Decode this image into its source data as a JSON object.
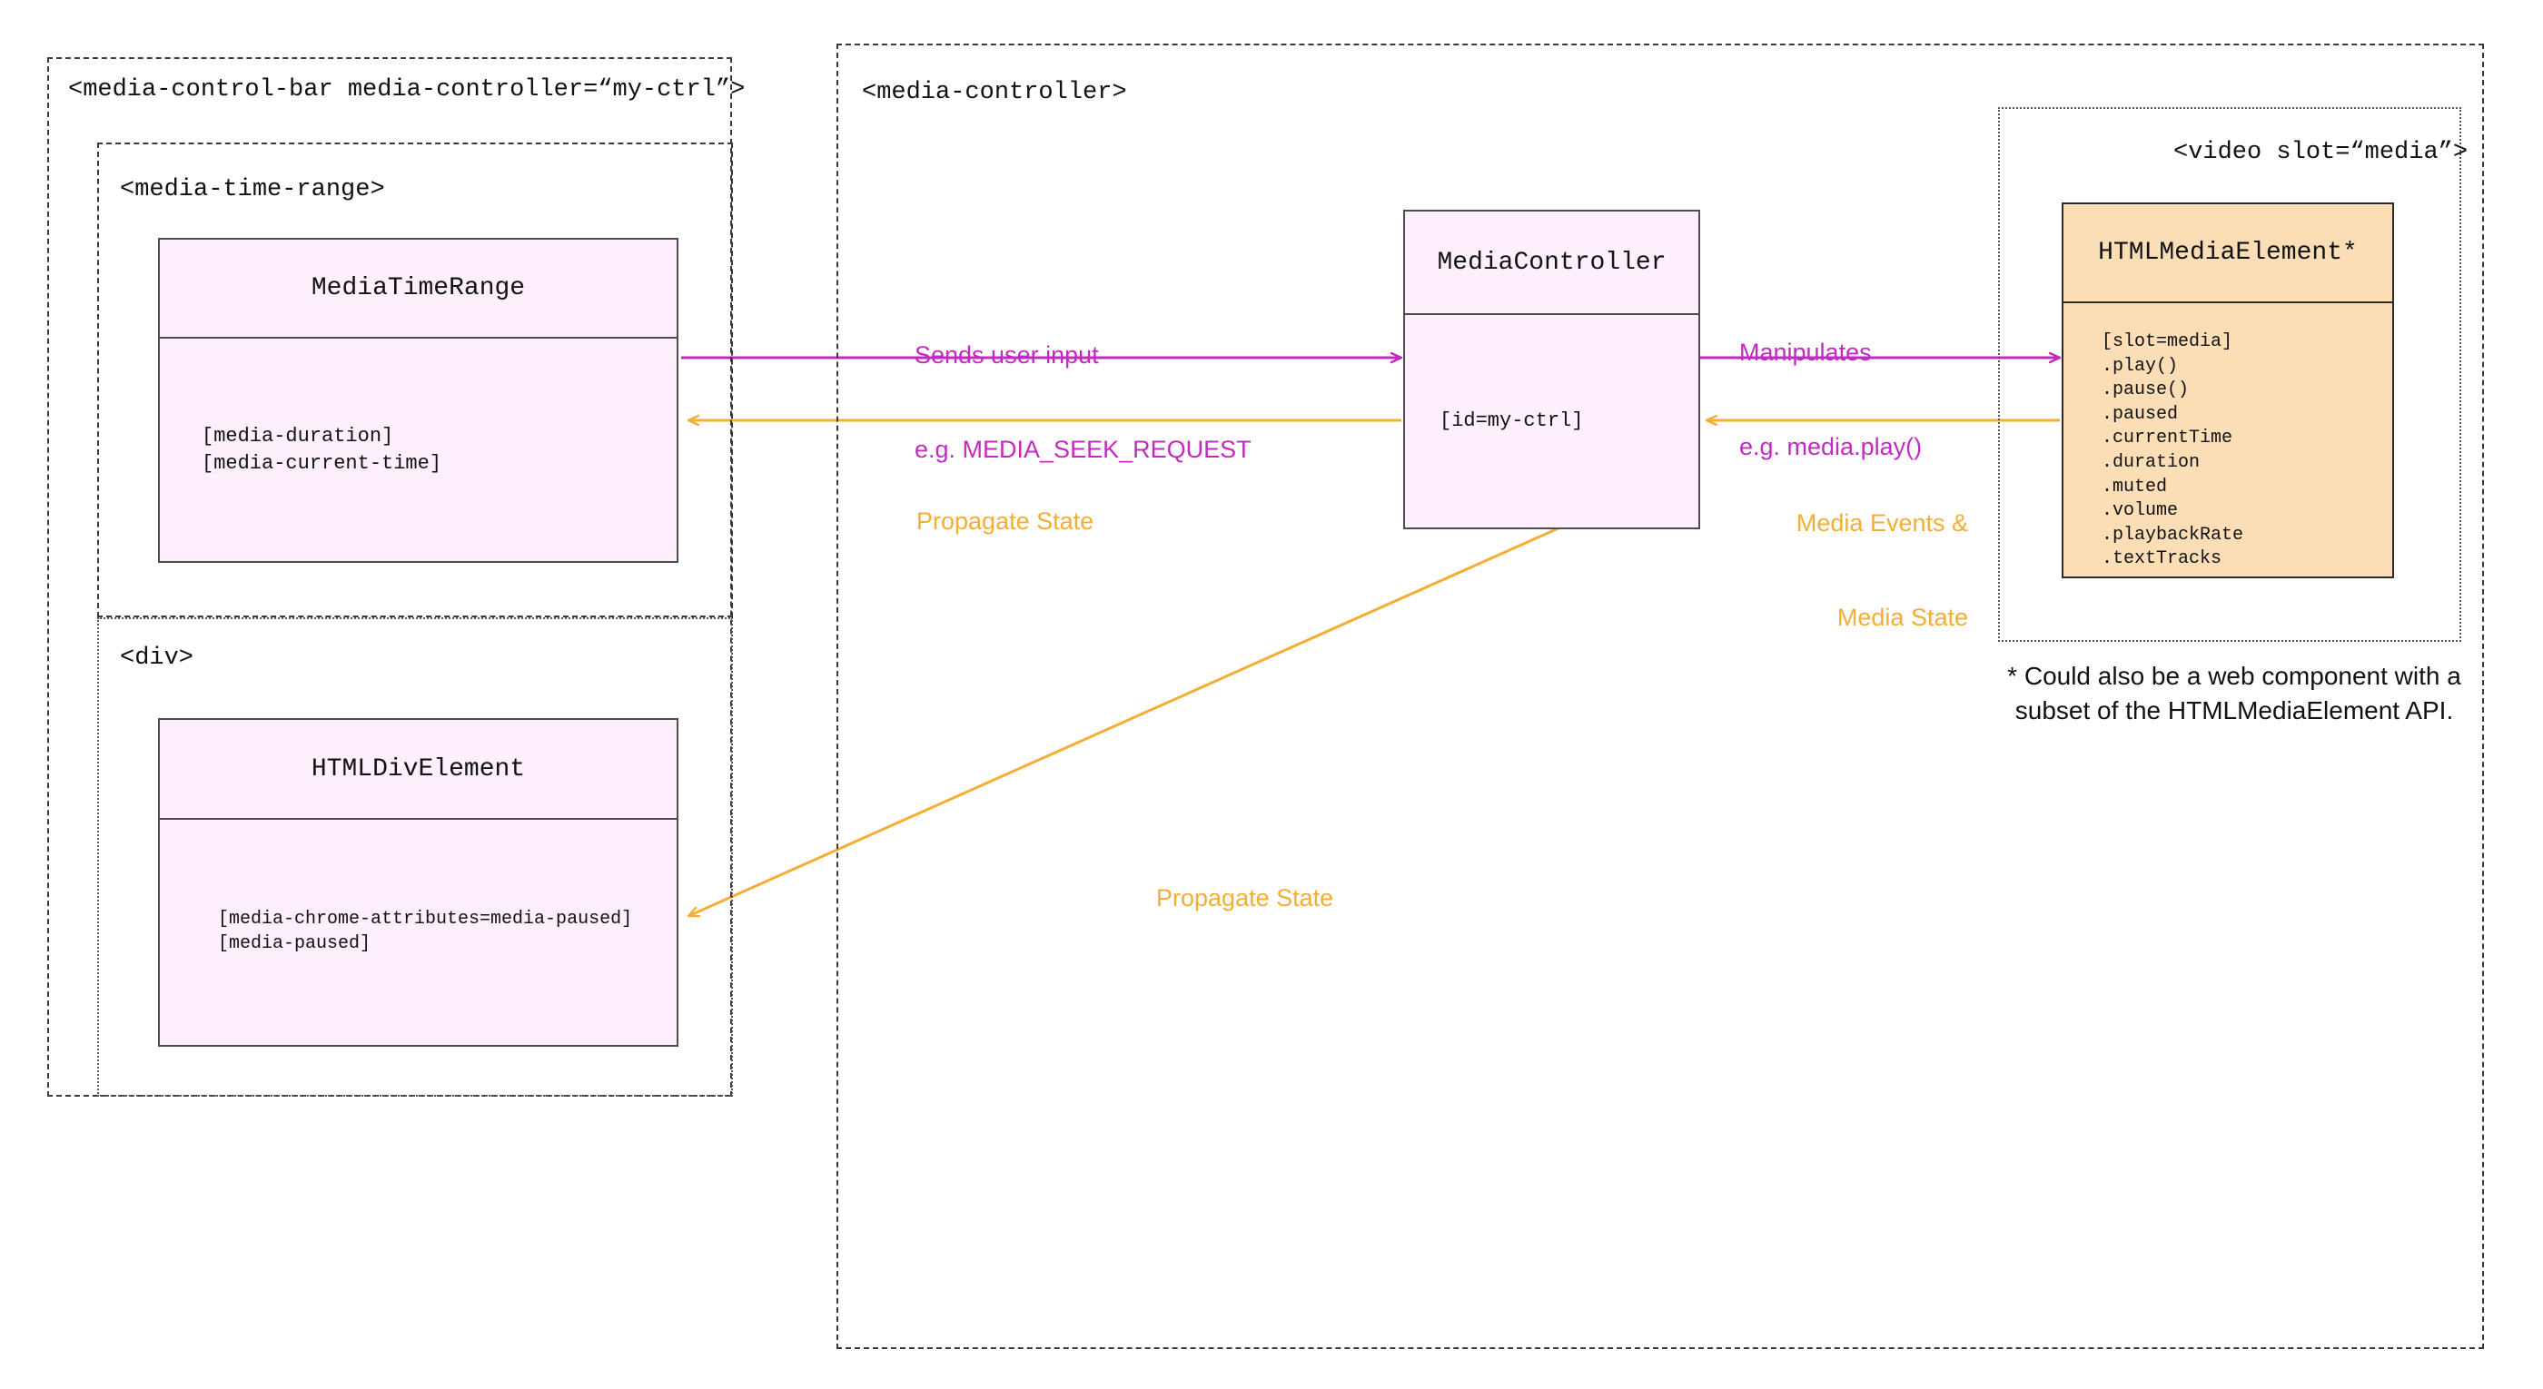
{
  "diagram": {
    "title": "Media Chrome architecture: control bar, media controller and media element",
    "colors": {
      "purple": "#c22bc2",
      "orange": "#f5ad34",
      "pink_fill": "#fdf0fc",
      "peach_fill": "#fbddb6",
      "box_stroke": "#4d4d4d",
      "container_stroke": "#3a3a3a",
      "text": "#111111"
    }
  },
  "containers": {
    "media_control_bar": {
      "label": "<media-control-bar media-controller=“my-ctrl”>"
    },
    "media_time_range": {
      "label": "<media-time-range>"
    },
    "div_wrapper": {
      "label": "<div>"
    },
    "media_controller": {
      "label": "<media-controller>"
    },
    "video_slot": {
      "label": "<video slot=“media”>"
    }
  },
  "boxes": {
    "media_time_range": {
      "title": "MediaTimeRange",
      "attributes": [
        "[media-duration]",
        "[media-current-time]"
      ]
    },
    "html_div_element": {
      "title": "HTMLDivElement",
      "attributes": [
        "[media-chrome-attributes=media-paused]",
        "[media-paused]"
      ]
    },
    "media_controller": {
      "title": "MediaController",
      "attributes": [
        "[id=my-ctrl]"
      ]
    },
    "html_media_element": {
      "title": "HTMLMediaElement*",
      "attributes": [
        "[slot=media]",
        ".play()",
        ".pause()",
        ".paused",
        ".currentTime",
        ".duration",
        ".muted",
        ".volume",
        ".playbackRate",
        ".textTracks"
      ]
    }
  },
  "edges": {
    "sends_user_input": {
      "line1": "Sends user input",
      "line2": "e.g. MEDIA_SEEK_REQUEST",
      "color": "#c22bc2"
    },
    "propagate_state_left": {
      "label": "Propagate State",
      "color": "#f5ad34"
    },
    "manipulates": {
      "line1": "Manipulates",
      "line2": "e.g. media.play()",
      "color": "#c22bc2"
    },
    "media_events": {
      "line1": "Media Events &",
      "line2": "Media State",
      "color": "#f5ad34"
    },
    "propagate_state_diagonal": {
      "label": "Propagate State",
      "color": "#f5ad34"
    }
  },
  "footnote": {
    "text": "* Could also be a web component with a\nsubset of the HTMLMediaElement API."
  }
}
